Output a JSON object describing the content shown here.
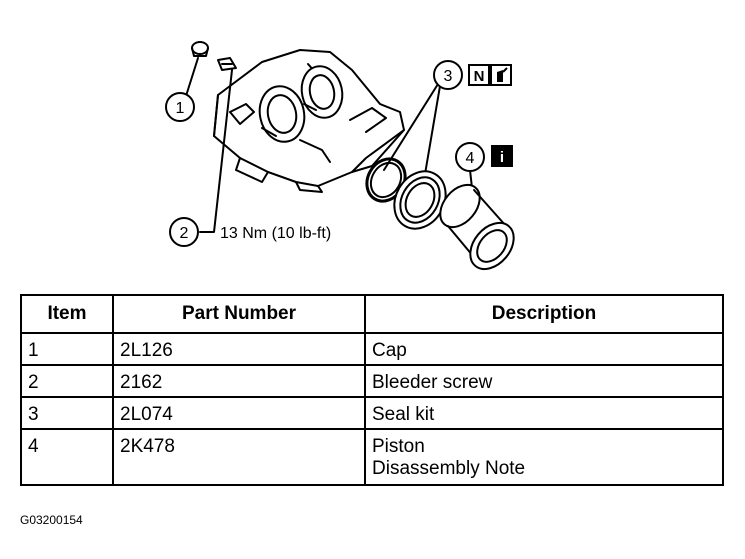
{
  "callouts": {
    "c1": "1",
    "c2": "2",
    "c3": "3",
    "c4": "4",
    "torque": "13 Nm (10 lb-ft)",
    "icon_n": "N",
    "icon_i": "i"
  },
  "table": {
    "headers": [
      "Item",
      "Part Number",
      "Description"
    ],
    "rows": [
      {
        "item": "1",
        "part": "2L126",
        "desc": [
          "Cap"
        ]
      },
      {
        "item": "2",
        "part": "2162",
        "desc": [
          "Bleeder screw"
        ]
      },
      {
        "item": "3",
        "part": "2L074",
        "desc": [
          "Seal kit"
        ]
      },
      {
        "item": "4",
        "part": "2K478",
        "desc": [
          "Piston",
          "Disassembly Note"
        ]
      }
    ]
  },
  "figure_code": "G03200154"
}
